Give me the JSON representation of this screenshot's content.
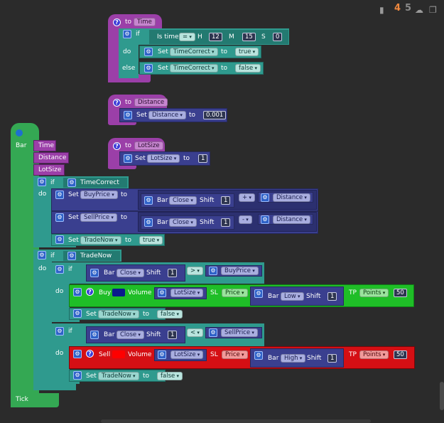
{
  "toolbar": {
    "badge_orange": "4",
    "badge_gray": "5",
    "colors": {
      "orange": "#f0883e",
      "gray": "#8a8a8a"
    }
  },
  "func_time": {
    "to": "to",
    "name": "Time",
    "if": "if",
    "is_time": "Is time",
    "op": "=",
    "h": "H",
    "h_val": "12",
    "m": "M",
    "m_val": "15",
    "s": "S",
    "s_val": "0",
    "do": "do",
    "set": "Set",
    "var": "TimeCorrect",
    "to_kw": "to",
    "true": "true",
    "else": "else",
    "false": "false"
  },
  "func_distance": {
    "to": "to",
    "name": "Distance",
    "set": "Set",
    "var": "Distance",
    "to_kw": "to",
    "value": "0.001"
  },
  "func_lotsize": {
    "to": "to",
    "name": "LotSize",
    "set": "Set",
    "var": "LotSize",
    "to_kw": "to",
    "value": "1"
  },
  "bar_event": {
    "label": "Bar",
    "calls": [
      "Time",
      "Distance",
      "LotSize"
    ],
    "tick": "Tick"
  },
  "if1": {
    "if": "if",
    "cond": "TimeCorrect",
    "do": "do",
    "set1": {
      "set": "Set",
      "var": "BuyPrice",
      "to": "to",
      "bar": "Bar",
      "field": "Close",
      "shift": "Shift",
      "shift_val": "1",
      "op": "+",
      "var2": "Distance"
    },
    "set2": {
      "set": "Set",
      "var": "SellPrice",
      "to": "to",
      "bar": "Bar",
      "field": "Close",
      "shift": "Shift",
      "shift_val": "1",
      "op": "-",
      "var2": "Distance"
    },
    "set3": {
      "set": "Set",
      "var": "TradeNow",
      "to": "to",
      "value": "true"
    }
  },
  "if2": {
    "if": "if",
    "cond": "TradeNow",
    "do": "do",
    "buy_if": {
      "if": "if",
      "bar": "Bar",
      "field": "Close",
      "shift": "Shift",
      "shift_val": "1",
      "op": ">",
      "var": "BuyPrice",
      "do": "do"
    },
    "buy": {
      "label": "Buy",
      "volume": "Volume",
      "lot": "LotSize",
      "sl": "SL",
      "sl_type": "Price",
      "bar": "Bar",
      "field": "Low",
      "shift": "Shift",
      "shift_val": "1",
      "tp": "TP",
      "tp_type": "Points",
      "tp_val": "50",
      "color_swatch": "#0a1a8c"
    },
    "buy_set": {
      "set": "Set",
      "var": "TradeNow",
      "to": "to",
      "value": "false"
    },
    "sell_if": {
      "if": "if",
      "bar": "Bar",
      "field": "Close",
      "shift": "Shift",
      "shift_val": "1",
      "op": "<",
      "var": "SellPrice",
      "do": "do"
    },
    "sell": {
      "label": "Sell",
      "volume": "Volume",
      "lot": "LotSize",
      "sl": "SL",
      "sl_type": "Price",
      "bar": "Bar",
      "field": "High",
      "shift": "Shift",
      "shift_val": "1",
      "tp": "TP",
      "tp_type": "Points",
      "tp_val": "50",
      "color_swatch": "#ff0000"
    },
    "sell_set": {
      "set": "Set",
      "var": "TradeNow",
      "to": "to",
      "value": "false"
    }
  }
}
